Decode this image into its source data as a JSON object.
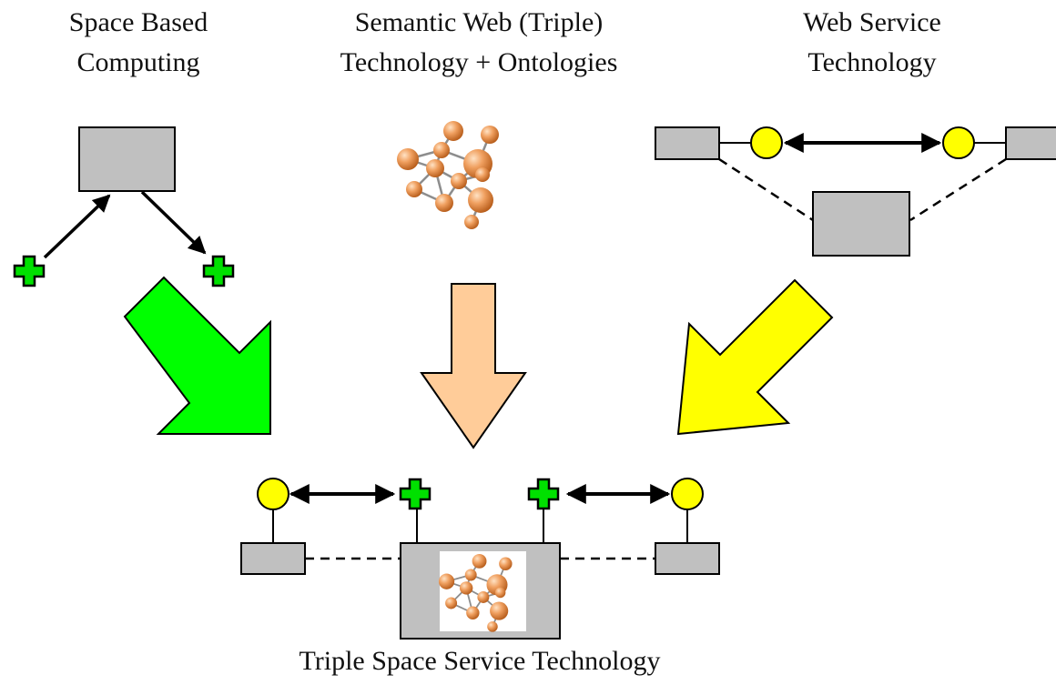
{
  "titles": {
    "space_based_line1": "Space Based",
    "space_based_line2": "Computing",
    "semantic_web_line1": "Semantic Web (Triple)",
    "semantic_web_line2": "Technology + Ontologies",
    "web_service_line1": "Web Service",
    "web_service_line2": "Technology",
    "result": "Triple Space Service Technology"
  },
  "colors": {
    "box_fill": "#c0c0c0",
    "green_cross": "#00e000",
    "yellow_circle": "#ffff00",
    "green_arrow": "#00ff00",
    "peach_arrow": "#ffcc99",
    "yellow_arrow": "#ffff00",
    "node_orange": "#e8914a"
  },
  "icons": {
    "cross": "green-plus-icon",
    "circle": "yellow-circle-icon",
    "network": "molecule-network-icon"
  }
}
